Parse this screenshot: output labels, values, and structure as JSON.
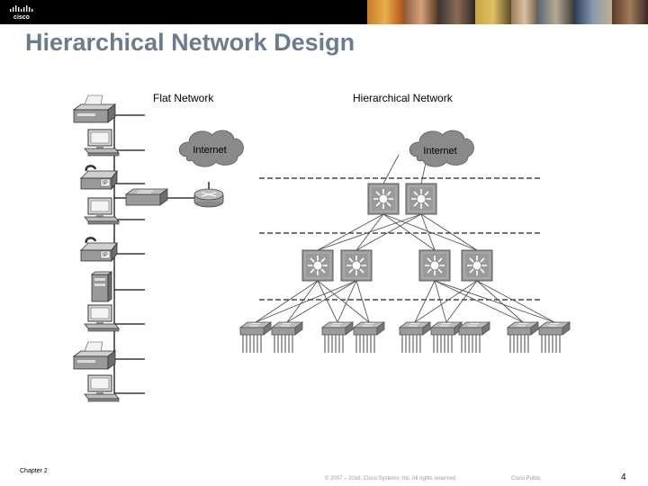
{
  "header": {
    "logo_text": "cisco",
    "photo_strip": [
      "photo-1",
      "photo-2",
      "photo-3",
      "photo-4",
      "photo-5",
      "photo-6",
      "photo-7",
      "photo-8"
    ]
  },
  "slide": {
    "title": "Hierarchical Network Design"
  },
  "diagram": {
    "flat_label": "Flat Network",
    "hier_label": "Hierarchical Network",
    "internet_label": "Internet",
    "flat_devices": [
      "printer",
      "pc",
      "ip-phone",
      "pc",
      "ip-phone",
      "server",
      "pc",
      "printer",
      "pc"
    ],
    "phone_tag": "IP"
  },
  "footer": {
    "chapter": "Chapter 2",
    "copyright": "© 2007 – 2016, Cisco Systems, Inc. All rights reserved.",
    "classification": "Cisco Public",
    "page": "4"
  },
  "colors": {
    "title": "#6c7b8f",
    "topbar": "#000000",
    "cloud": "#8a8a8a",
    "device": "#9a9a9a"
  }
}
